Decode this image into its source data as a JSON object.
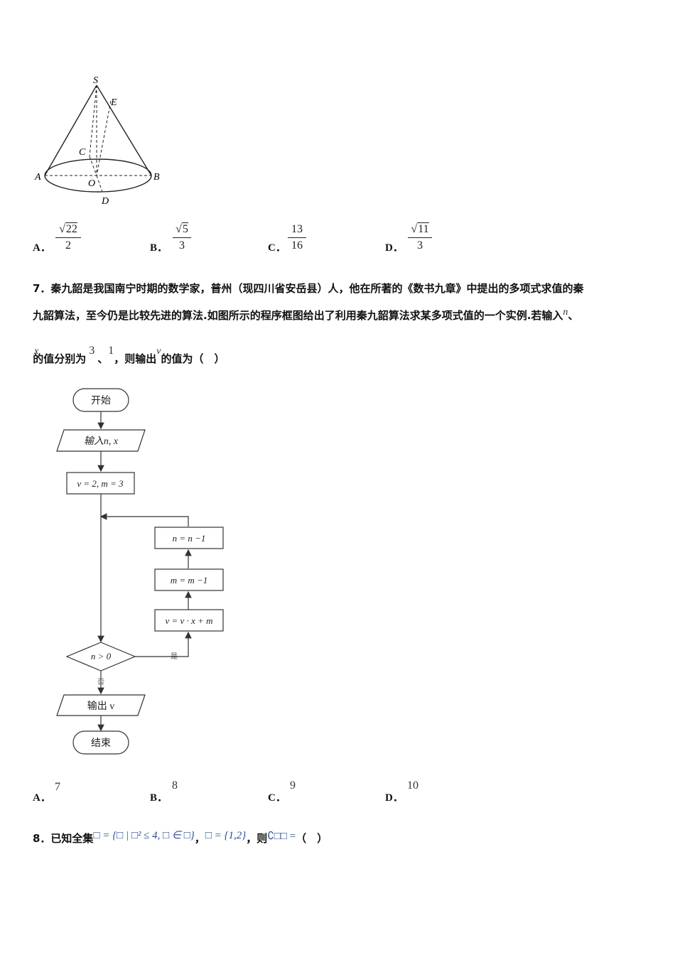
{
  "cone": {
    "labels": {
      "S": "S",
      "E": "E",
      "C": "C",
      "A": "A",
      "O": "O",
      "B": "B",
      "D": "D"
    }
  },
  "q6_options": [
    {
      "letter": "A．",
      "num_radicand": "22",
      "den": "2"
    },
    {
      "letter": "B．",
      "num_radicand": "5",
      "den": "3"
    },
    {
      "letter": "C．",
      "num": "13",
      "den": "16"
    },
    {
      "letter": "D．",
      "num_radicand": "11",
      "den": "3"
    }
  ],
  "q7": {
    "line1": "7．秦九韶是我国南宁时期的数学家，普州（现四川省安岳县）人，他在所著的《数书九章》中提出的多项式求值的秦",
    "line2": "九韶算法，至今仍是比较先进的算法.如图所示的程序框图给出了利用秦九韶算法求某多项式值的一个实例.若输入",
    "var_n": "n",
    "sep1": "、",
    "var_x": "x",
    "line3a": "的值分别为",
    "val1": "3",
    "sep2": "、",
    "val2": "1",
    "line3b": "，则输出",
    "var_v": "v",
    "line3c": "的值为（　）"
  },
  "flowchart": {
    "start": "开始",
    "input": "输入n, x",
    "init": "v = 2, m = 3",
    "step_n": "n = n −1",
    "step_m": "m = m −1",
    "step_v": "v = v · x + m",
    "cond": "n > 0",
    "yes": "是",
    "no": "否",
    "output": "输出 v",
    "end": "结束"
  },
  "q7_options": [
    {
      "letter": "A．",
      "value": "7"
    },
    {
      "letter": "B．",
      "value": "8"
    },
    {
      "letter": "C．",
      "value": "9"
    },
    {
      "letter": "D．",
      "value": "10"
    }
  ],
  "q8": {
    "prefix": "8．已知全集",
    "set_u": "□ = {□ | □² ≤ 4, □ ∈ □}",
    "comma1": "，",
    "set_a": "□ = {1,2}",
    "mid": "，则",
    "complement": "∁□□ =",
    "suffix": "（　）"
  }
}
